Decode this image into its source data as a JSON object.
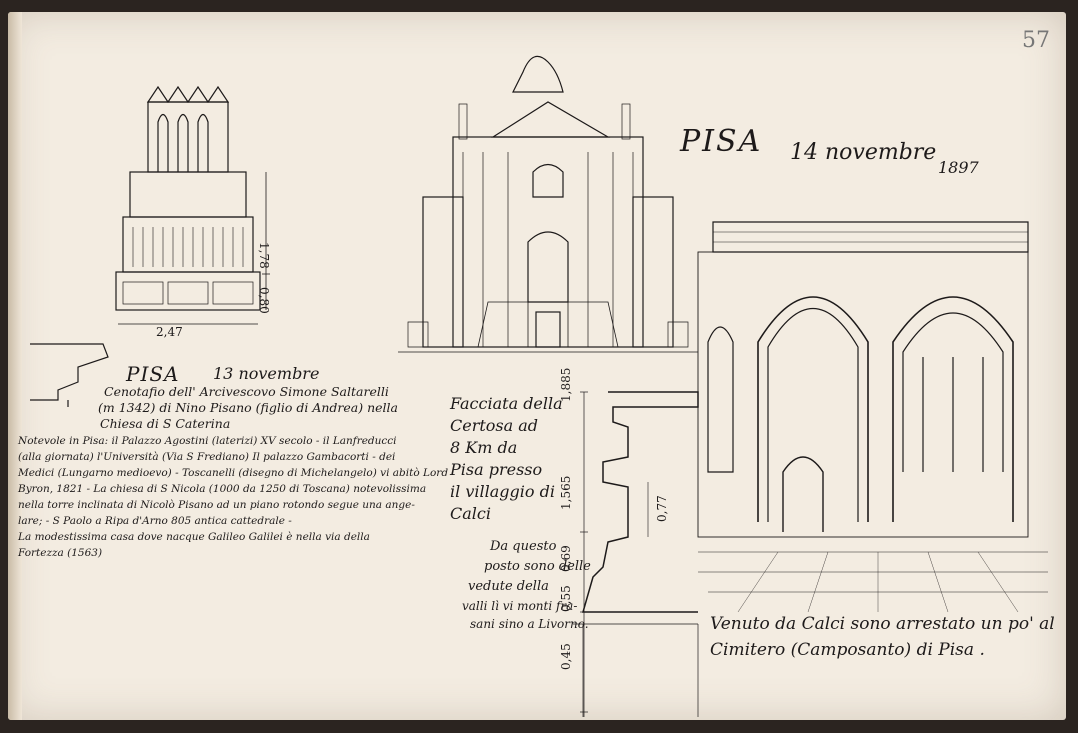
{
  "page": {
    "number": "57"
  },
  "header_right": {
    "place": "PISA",
    "date": "14 novembre",
    "year": "1897"
  },
  "header_left": {
    "place": "PISA",
    "date": "13 novembre"
  },
  "cenotaph_notes": [
    "Cenotafio dell' Arcivescovo Simone Saltarelli",
    "(m 1342) di Nino Pisano (figlio di Andrea) nella",
    "Chiesa di S Caterina"
  ],
  "general_notes": [
    "Notevole in Pisa: il Palazzo Agostini (laterizi) XV secolo - il Lanfreducci",
    "(alla giornata) l'Università (Via S Frediano) Il palazzo Gambacorti - dei",
    "Medici (Lungarno medioevo) - Toscanelli (disegno di Michelangelo) vi abitò Lord",
    "Byron, 1821 - La chiesa di S Nicola (1000 da 1250 di Toscana) notevolissima",
    "nella torre inclinata di Nicolò Pisano ad un piano rotondo segue una ange-",
    "lare; - S Paolo a Ripa d'Arno 805 antica cattedrale -",
    "La modestissima casa dove nacque Galileo Galilei è nella via della",
    "Fortezza (1563)"
  ],
  "certosa_notes": [
    "Facciata della",
    "Certosa ad",
    "8 Km da",
    "Pisa presso",
    "il villaggio di",
    "Calci"
  ],
  "view_notes": [
    "Da questo",
    "posto sono delle",
    "vedute della",
    "valli lì vi monti fra-",
    "sani sino a Livorno."
  ],
  "bottom_note": [
    "Venuto da Calci sono arrestato un po' al",
    "Cimitero (Camposanto) di Pisa ."
  ],
  "dimensions": {
    "width": "2,47",
    "height_total": "1,78",
    "height_base": "0,80",
    "col_a": "1,885",
    "col_b": "1,565",
    "col_c": "0,77",
    "col_d": "0,69",
    "col_e": "0,55",
    "col_f": "0,45"
  },
  "colors": {
    "paper": "#f3ece1",
    "ink": "#1d1a1a",
    "binding": "#c9bba6",
    "background": "#2b2420"
  }
}
